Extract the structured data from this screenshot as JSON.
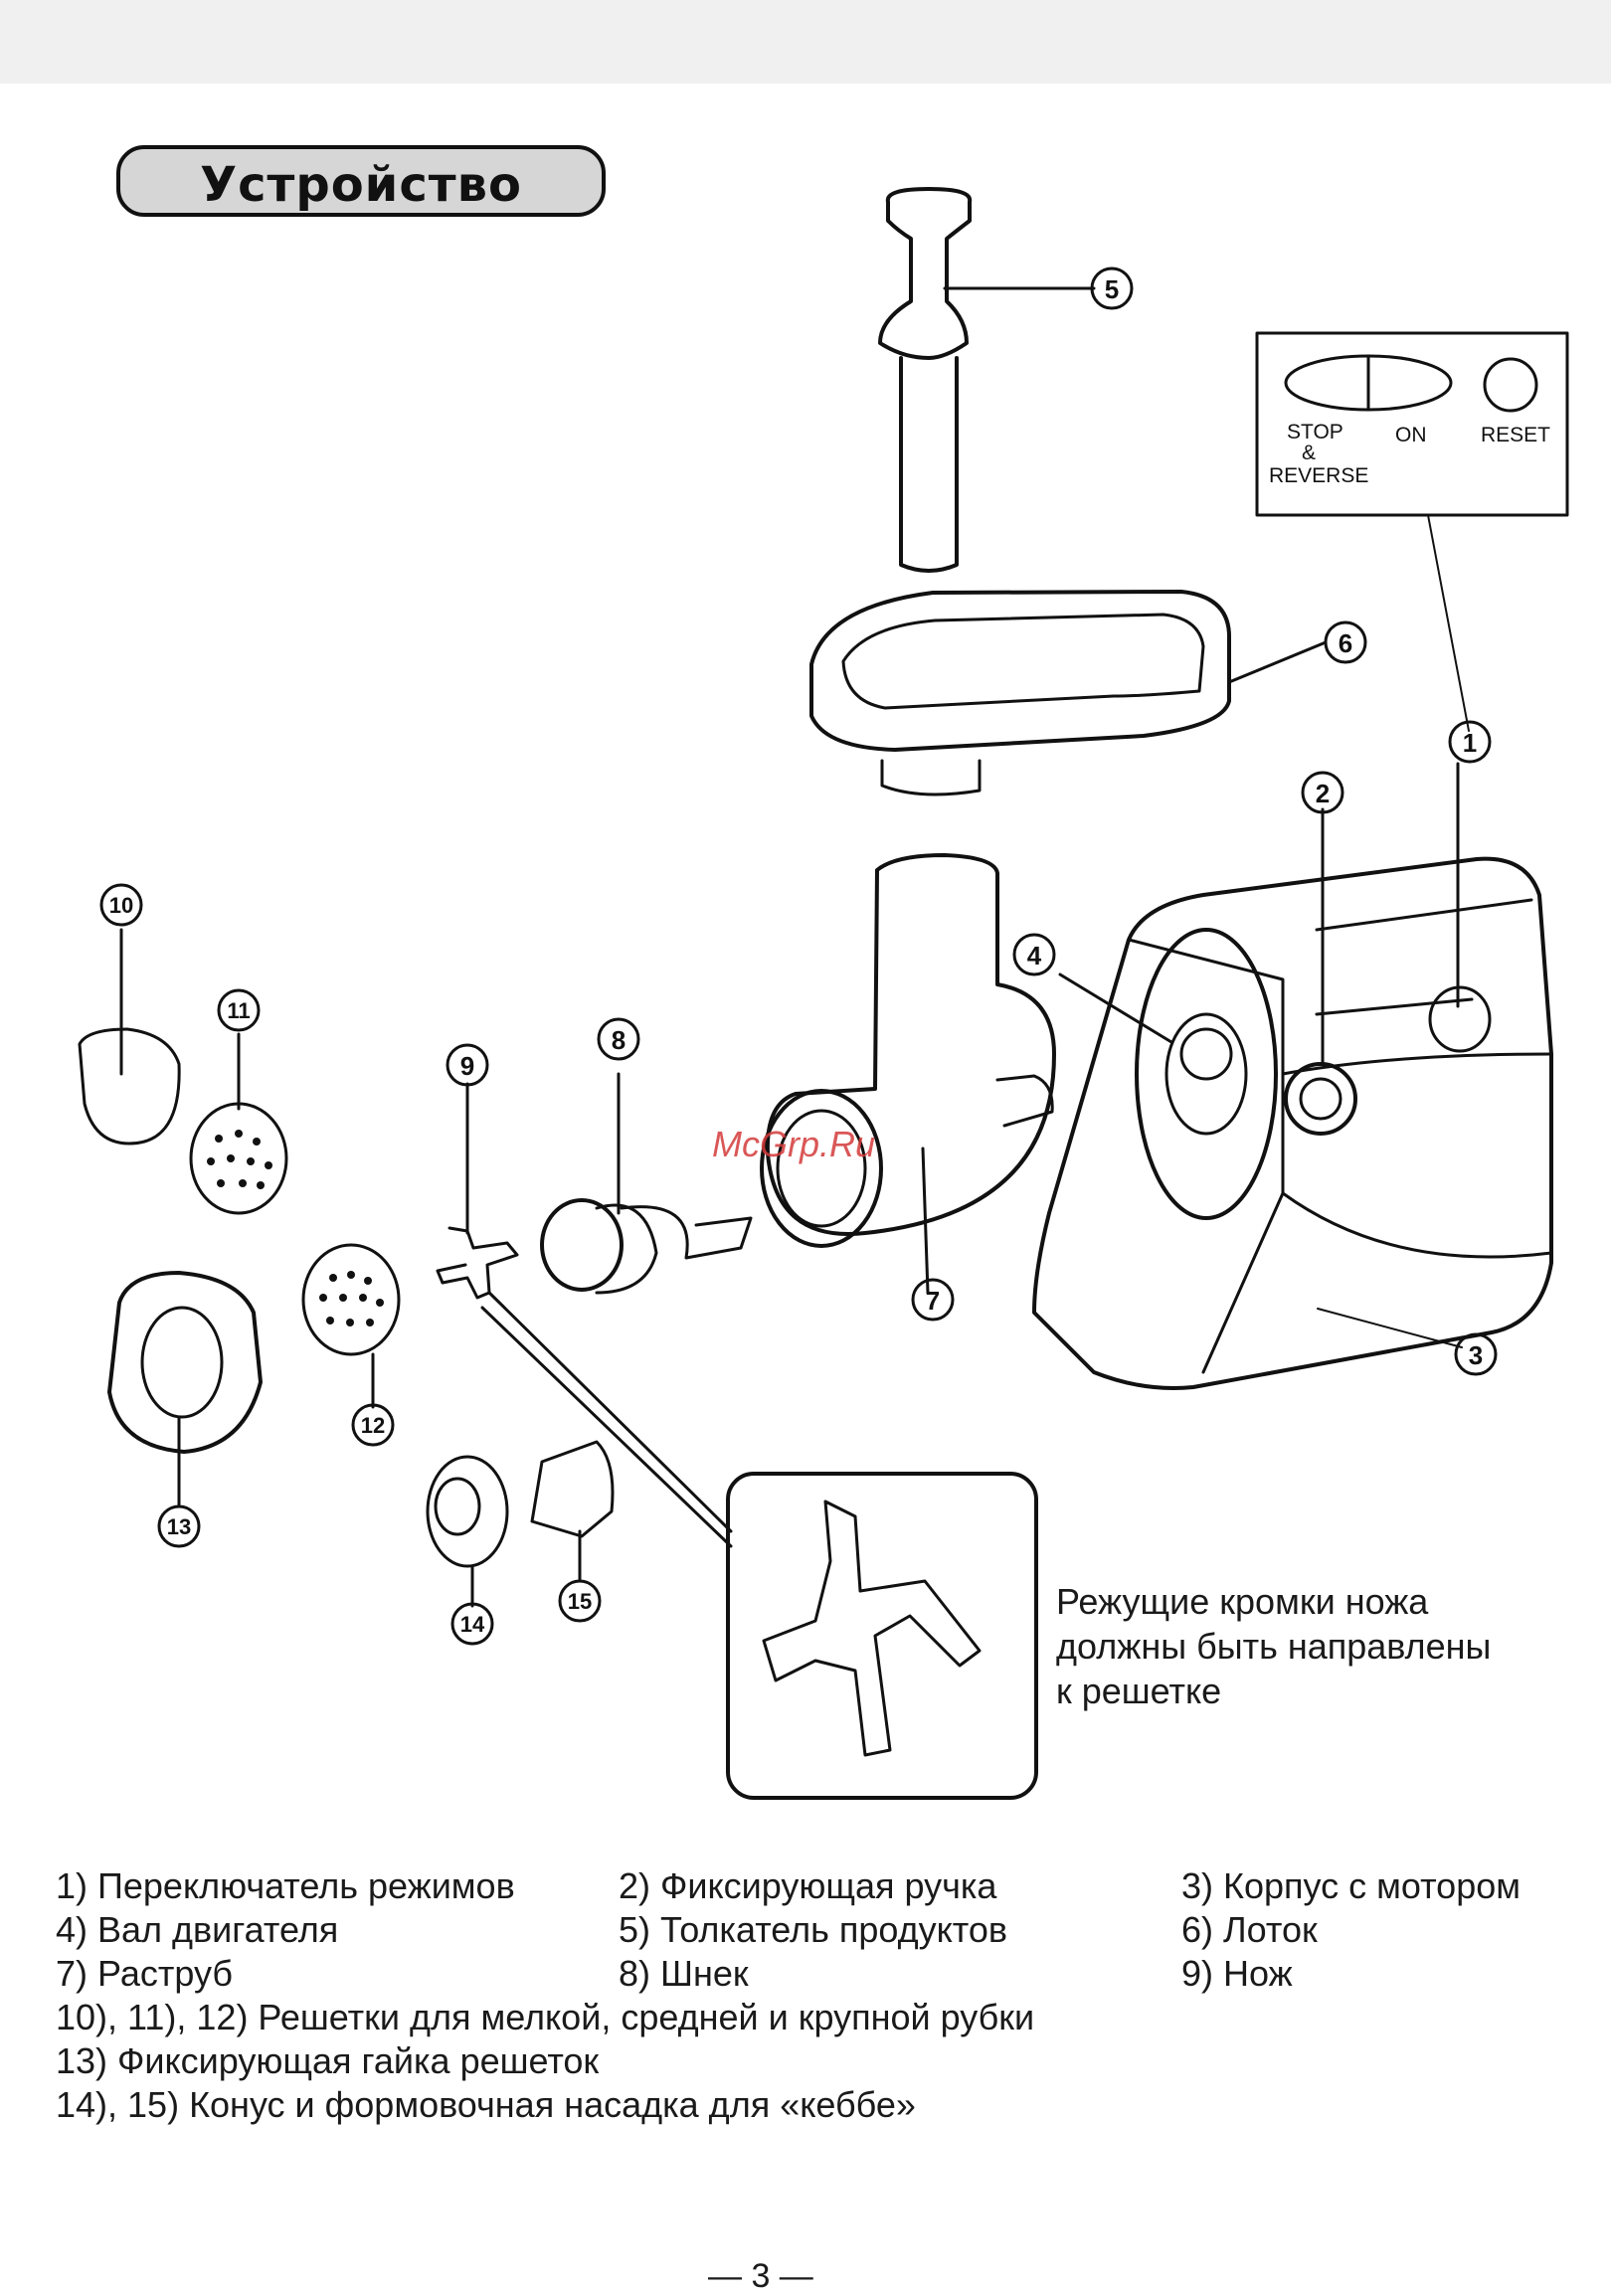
{
  "header": {
    "title": "Устройство"
  },
  "control_panel": {
    "stop_label": "STOP",
    "amp_label": "&",
    "reverse_label": "REVERSE",
    "on_label": "ON",
    "reset_label": "RESET"
  },
  "callouts": [
    "1",
    "2",
    "3",
    "4",
    "5",
    "6",
    "7",
    "8",
    "9",
    "10",
    "11",
    "12",
    "13",
    "14",
    "15"
  ],
  "watermark": "McGrp.Ru",
  "knife_note": {
    "line1": "Режущие кромки ножа",
    "line2": "должны быть направлены",
    "line3": "к решетке"
  },
  "legend": {
    "row1": [
      "1) Переключатель режимов",
      "2) Фиксирующая ручка",
      "3) Корпус с мотором"
    ],
    "row2": [
      "4) Вал двигателя",
      "5) Толкатель продуктов",
      "6) Лоток"
    ],
    "row3": [
      "7) Раструб",
      "8) Шнек",
      "9) Нож"
    ],
    "line4": "10), 11), 12)  Решетки для мелкой, средней и крупной рубки",
    "line5": "13)  Фиксирующая гайка решеток",
    "line6": "14), 15)  Конус и формовочная насадка для «кеббе»"
  },
  "page_number": "— 3 —"
}
